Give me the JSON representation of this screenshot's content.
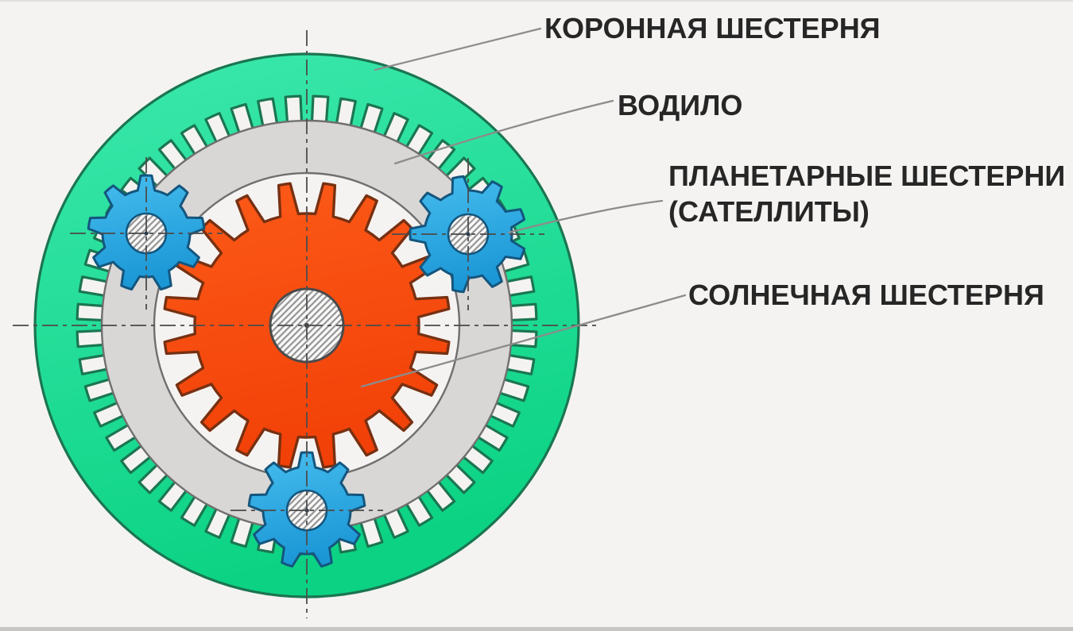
{
  "diagram": {
    "type": "planetary-gear-schematic",
    "background_color": "#f5f3f1",
    "label_color": "#262626",
    "leader_line_color": "#8c8c8c",
    "centerline_color": "#4d4d4d",
    "hub_hatch_color": "#999999",
    "hub_fill": "#fbfaf9",
    "labels": {
      "ring_gear": "КОРОННАЯ ШЕСТЕРНЯ",
      "carrier": "ВОДИЛО",
      "planet_gears_line1": "ПЛАНЕТАРНЫЕ ШЕСТЕРНИ",
      "planet_gears_line2": "(САТЕЛЛИТЫ)",
      "sun_gear": "СОЛНЕЧНАЯ ШЕСТЕРНЯ"
    },
    "components": {
      "ring_gear": {
        "name": "коронная шестерня",
        "teeth": 52,
        "fill_light": "#3ce8ad",
        "fill_dark": "#0cd384",
        "fill": "#21dd9b",
        "outline": "#1b7551"
      },
      "carrier": {
        "name": "водило",
        "fill": "#d9d7d5",
        "outline": "#6f6f6f"
      },
      "sun_gear": {
        "name": "солнечная шестерня",
        "teeth": 20,
        "fill_light": "#fc5a18",
        "fill_dark": "#f24108",
        "fill": "#f94b0e",
        "outline": "#773012",
        "hub_outline": "#4a4a4a"
      },
      "planet_gears": {
        "name": "планетарные шестерни (сателлиты)",
        "count": 3,
        "teeth": 9,
        "fill_light": "#46bdee",
        "fill_dark": "#1b97d6",
        "fill": "#2aa9e1",
        "outline": "#14567e"
      }
    }
  }
}
